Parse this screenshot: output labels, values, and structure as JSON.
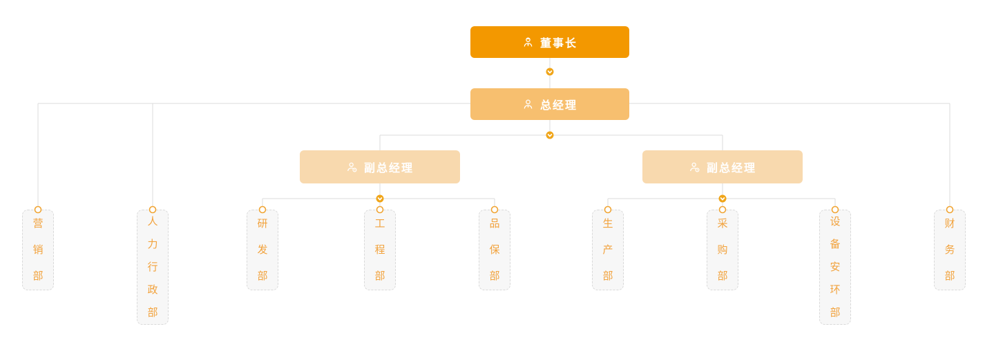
{
  "nodes": {
    "chairman": {
      "label": "董事长",
      "icon": "user-tie-icon",
      "color": "#F39800",
      "level": 1
    },
    "gm": {
      "label": "总经理",
      "icon": "user-icon",
      "color": "#F7BF6F",
      "level": 2
    },
    "deputy_l": {
      "label": "副总经理",
      "icon": "user-badge-icon",
      "color": "#F8D9AE",
      "level": 3
    },
    "deputy_r": {
      "label": "副总经理",
      "icon": "user-badge-icon",
      "color": "#F8D9AE",
      "level": 3
    }
  },
  "departments": [
    {
      "label": "营销部",
      "parent": "gm"
    },
    {
      "label": "人力行政部",
      "parent": "gm"
    },
    {
      "label": "研发部",
      "parent": "deputy_l"
    },
    {
      "label": "工程部",
      "parent": "deputy_l"
    },
    {
      "label": "品保部",
      "parent": "deputy_l"
    },
    {
      "label": "生产部",
      "parent": "deputy_r"
    },
    {
      "label": "采购部",
      "parent": "deputy_r"
    },
    {
      "label": "设备安环部",
      "parent": "deputy_r"
    },
    {
      "label": "财务部",
      "parent": "gm"
    }
  ],
  "hierarchy": {
    "root": "董事长",
    "edges": [
      [
        "董事长",
        "总经理"
      ],
      [
        "总经理",
        "营销部"
      ],
      [
        "总经理",
        "人力行政部"
      ],
      [
        "总经理",
        "副总经理(左)"
      ],
      [
        "总经理",
        "副总经理(右)"
      ],
      [
        "总经理",
        "财务部"
      ],
      [
        "副总经理(左)",
        "研发部"
      ],
      [
        "副总经理(左)",
        "工程部"
      ],
      [
        "副总经理(左)",
        "品保部"
      ],
      [
        "副总经理(右)",
        "生产部"
      ],
      [
        "副总经理(右)",
        "采购部"
      ],
      [
        "副总经理(右)",
        "设备安环部"
      ]
    ]
  },
  "colors": {
    "chairman_bg": "#F39800",
    "gm_bg": "#F7BF6F",
    "deputy_bg": "#F8D9AE",
    "node_text": "#FFFFFF",
    "dept_bg": "#F7F7F7",
    "dept_border": "#D9D9D9",
    "dept_text": "#F2A23C",
    "connector_line": "#DBDBDB",
    "arrow_marker": "#F0A519",
    "ring_marker": "#F0A432"
  }
}
